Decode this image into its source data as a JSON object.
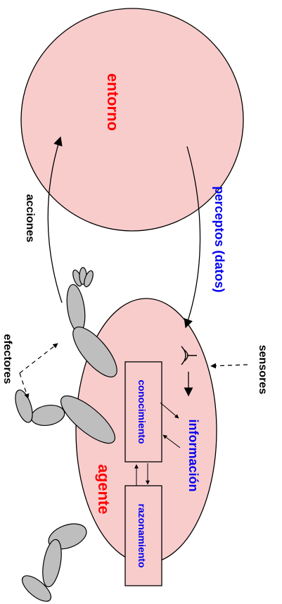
{
  "labels": {
    "entorno": "entorno",
    "perceptos": "perceptos (datos)",
    "acciones": "acciones",
    "efectores": "efectores",
    "sensores": "sensores",
    "informacion": "información",
    "conocimiento": "conocimiento",
    "agente": "agente",
    "razonamiento": "razonamiento"
  },
  "colors": {
    "circle_fill": "#f9cccc",
    "red_text": "#ff0000",
    "blue_text": "#0000ee",
    "black_text": "#000000",
    "limb_fill": "#bebebe"
  }
}
